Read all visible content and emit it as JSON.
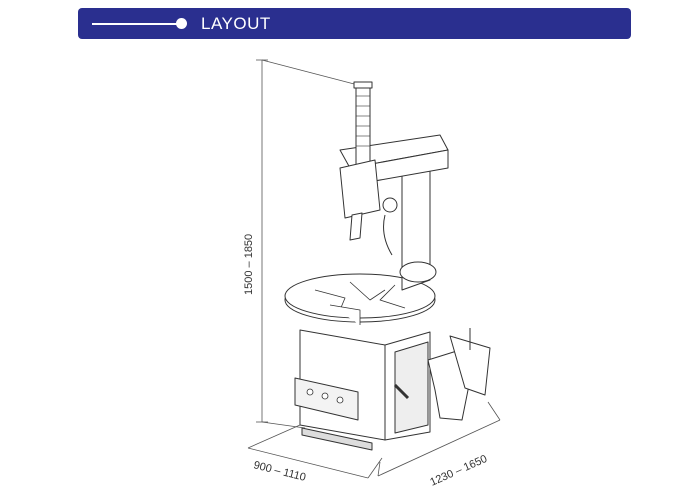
{
  "header": {
    "title": "LAYOUT",
    "background_color": "#2a2f8f",
    "icon": "bullet-line-icon"
  },
  "dimensions": {
    "height_range": "1500 – 1850",
    "width_range": "900 – 1110",
    "depth_range": "1230 – 1650"
  },
  "colors": {
    "line": "#555555",
    "machine_stroke": "#333333"
  }
}
